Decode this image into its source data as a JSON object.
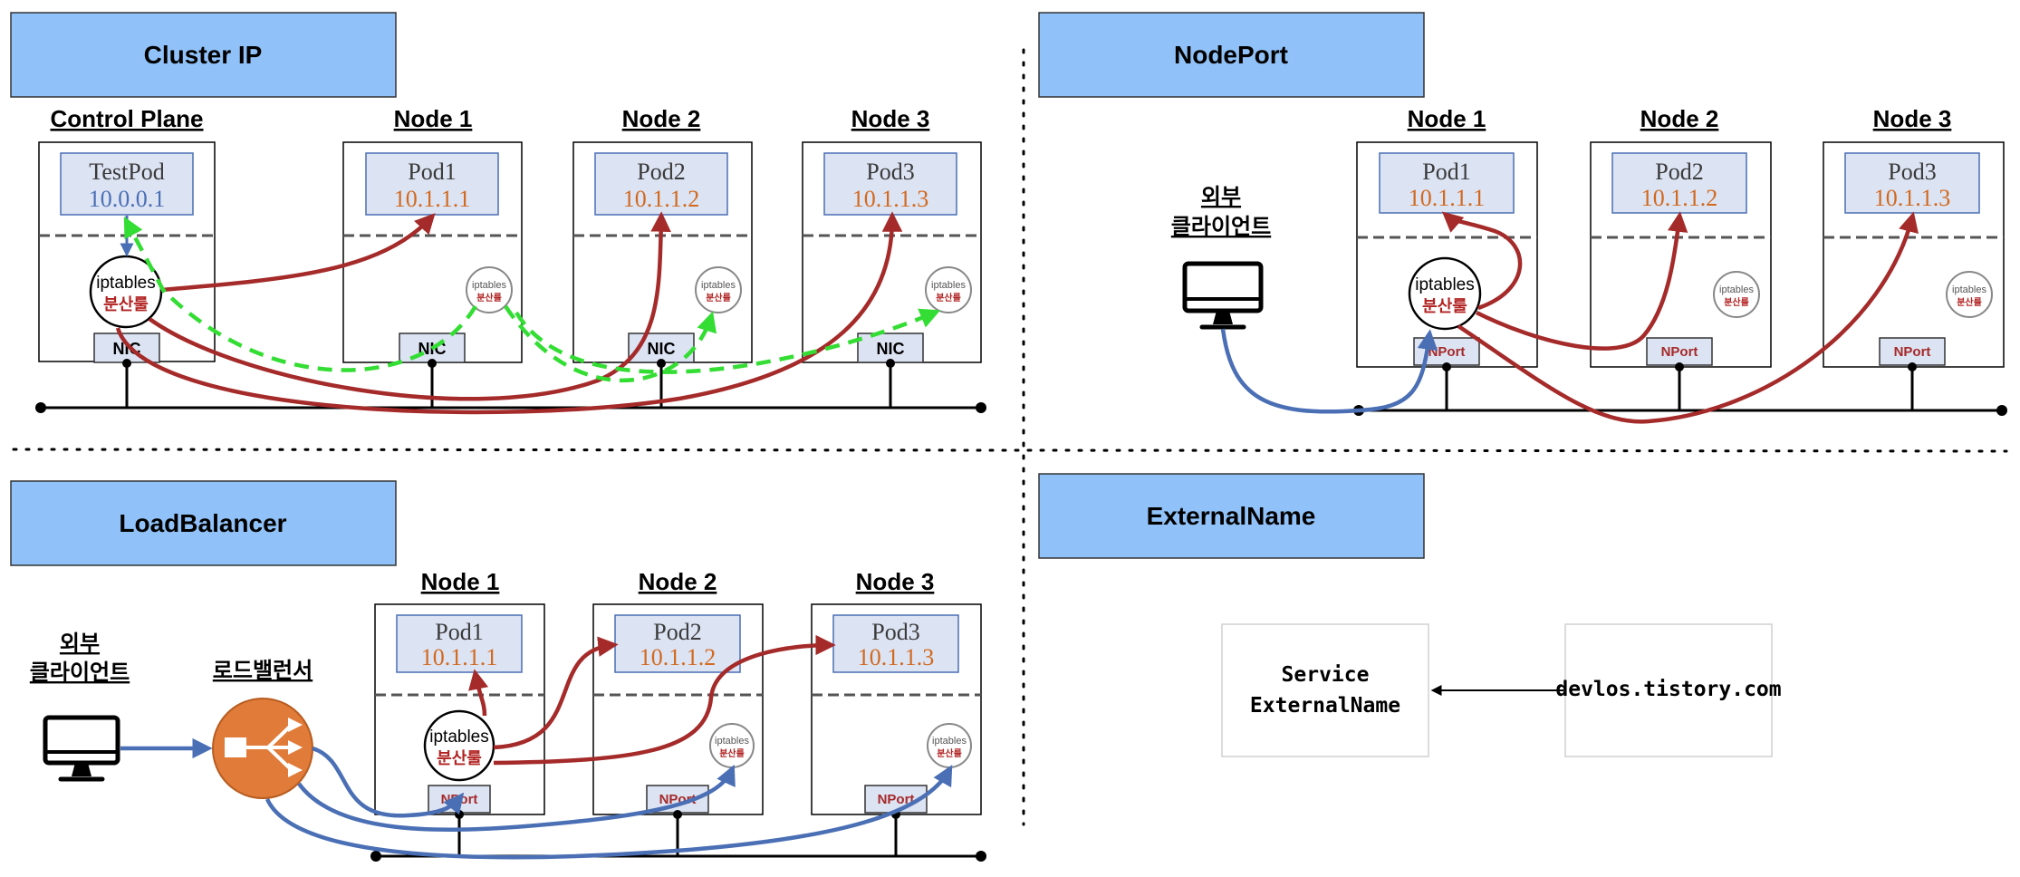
{
  "colors": {
    "title_fill": "#90c2f9",
    "pod_fill": "#dce3f3",
    "ip_blue": "#4a6fb5",
    "ip_orange": "#d2691e",
    "arrow_red": "#a52a2a",
    "arrow_blue": "#4a6fb5",
    "arrow_green": "#33dd33",
    "lb_orange": "#e07b39"
  },
  "cluster_ip": {
    "title": "Cluster IP",
    "control_plane": {
      "label": "Control Plane",
      "pod_name": "TestPod",
      "pod_ip": "10.0.0.1",
      "iptables": "iptables",
      "rule": "분산룰",
      "nic": "NIC"
    },
    "nodes": [
      {
        "label": "Node 1",
        "pod_name": "Pod1",
        "pod_ip": "10.1.1.1",
        "iptables": "iptables",
        "rule": "분산룰",
        "nic": "NIC"
      },
      {
        "label": "Node 2",
        "pod_name": "Pod2",
        "pod_ip": "10.1.1.2",
        "iptables": "iptables",
        "rule": "분산룰",
        "nic": "NIC"
      },
      {
        "label": "Node 3",
        "pod_name": "Pod3",
        "pod_ip": "10.1.1.3",
        "iptables": "iptables",
        "rule": "분산룰",
        "nic": "NIC"
      }
    ]
  },
  "node_port": {
    "title": "NodePort",
    "client_line1": "외부",
    "client_line2": "클라이언트",
    "nodes": [
      {
        "label": "Node 1",
        "pod_name": "Pod1",
        "pod_ip": "10.1.1.1",
        "iptables": "iptables",
        "rule": "분산룰",
        "port": "NPort"
      },
      {
        "label": "Node 2",
        "pod_name": "Pod2",
        "pod_ip": "10.1.1.2",
        "iptables": "iptables",
        "rule": "분산룰",
        "port": "NPort"
      },
      {
        "label": "Node 3",
        "pod_name": "Pod3",
        "pod_ip": "10.1.1.3",
        "iptables": "iptables",
        "rule": "분산룰",
        "port": "NPort"
      }
    ]
  },
  "load_balancer": {
    "title": "LoadBalancer",
    "client_line1": "외부",
    "client_line2": "클라이언트",
    "lb_label": "로드밸런서",
    "nodes": [
      {
        "label": "Node 1",
        "pod_name": "Pod1",
        "pod_ip": "10.1.1.1",
        "iptables": "iptables",
        "rule": "분산룰",
        "port": "NPort"
      },
      {
        "label": "Node 2",
        "pod_name": "Pod2",
        "pod_ip": "10.1.1.2",
        "iptables": "iptables",
        "rule": "분산룰",
        "port": "NPort"
      },
      {
        "label": "Node 3",
        "pod_name": "Pod3",
        "pod_ip": "10.1.1.3",
        "iptables": "iptables",
        "rule": "분산룰",
        "port": "NPort"
      }
    ]
  },
  "external_name": {
    "title": "ExternalName",
    "service_line1": "Service",
    "service_line2": "ExternalName",
    "external_host": "devlos.tistory.com"
  }
}
